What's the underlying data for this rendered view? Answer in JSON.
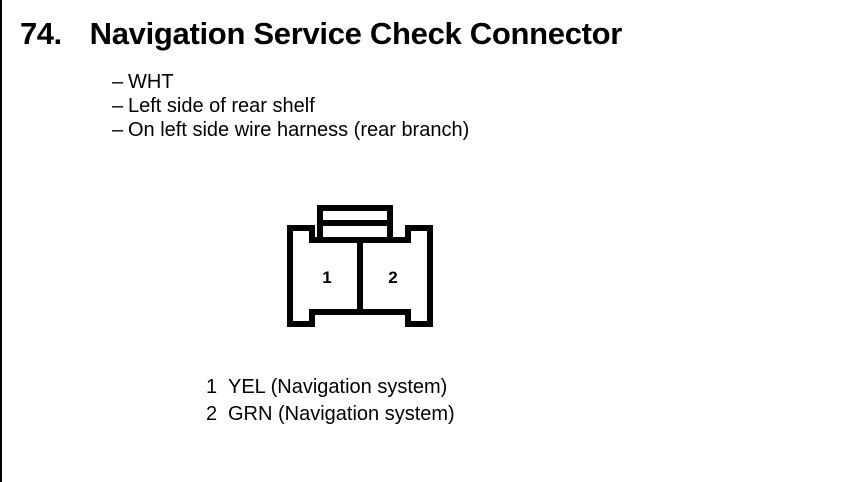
{
  "page": {
    "item_number": "74.",
    "title": "Navigation Service Check Connector"
  },
  "specs": [
    {
      "dash": "–",
      "text": "WHT"
    },
    {
      "dash": "–",
      "text": "Left side of rear shelf"
    },
    {
      "dash": "–",
      "text": "On left side wire harness (rear branch)"
    }
  ],
  "connector": {
    "pins": [
      {
        "number": "1"
      },
      {
        "number": "2"
      }
    ],
    "line_color": "#000000",
    "fill_color": "#ffffff"
  },
  "pin_legend": [
    {
      "number": "1",
      "text": "YEL (Navigation system)"
    },
    {
      "number": "2",
      "text": "GRN (Navigation system)"
    }
  ]
}
